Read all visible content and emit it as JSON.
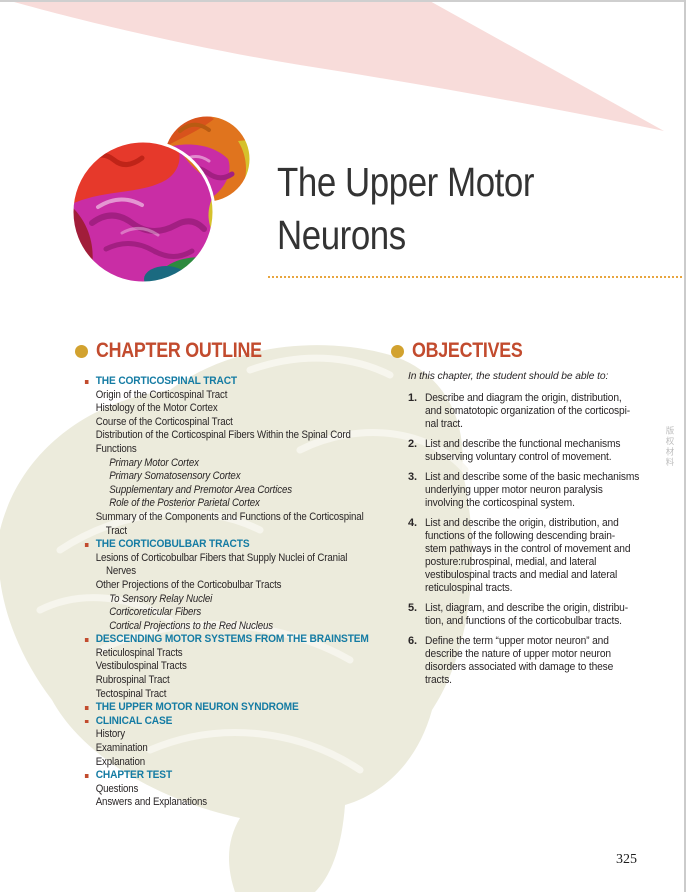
{
  "colors": {
    "accent": "#c24b2e",
    "teal": "#147ba3",
    "gold": "#d2a22f",
    "pink": "#f8dcda",
    "ink": "#2a2627",
    "beige": "#ecebdc"
  },
  "header": {
    "title": "The Upper Motor\nNeurons"
  },
  "outline": {
    "heading": "CHAPTER OUTLINE",
    "items": [
      {
        "type": "section",
        "label": "THE CORTICOSPINAL TRACT"
      },
      {
        "type": "item",
        "label": "Origin of the Corticospinal Tract"
      },
      {
        "type": "item",
        "label": "Histology of the Motor Cortex"
      },
      {
        "type": "item",
        "label": "Course of the Corticospinal Tract"
      },
      {
        "type": "item",
        "label": "Distribution of the Corticospinal Fibers Within the Spinal Cord"
      },
      {
        "type": "item",
        "label": "Functions"
      },
      {
        "type": "subitem",
        "label": "Primary Motor Cortex"
      },
      {
        "type": "subitem",
        "label": "Primary Somatosensory Cortex"
      },
      {
        "type": "subitem",
        "label": "Supplementary and Premotor Area Cortices"
      },
      {
        "type": "subitem",
        "label": "Role of the Posterior Parietal Cortex"
      },
      {
        "type": "item",
        "label": "Summary of the Components and Functions of the Corticospinal\n    Tract"
      },
      {
        "type": "section",
        "label": "THE CORTICOBULBAR TRACTS"
      },
      {
        "type": "item",
        "label": "Lesions of Corticobulbar Fibers that Supply Nuclei of Cranial\n    Nerves"
      },
      {
        "type": "item",
        "label": "Other Projections of the Corticobulbar Tracts"
      },
      {
        "type": "subitem",
        "label": "To Sensory Relay Nuclei"
      },
      {
        "type": "subitem",
        "label": "Corticoreticular Fibers"
      },
      {
        "type": "subitem",
        "label": "Cortical Projections to the Red Nucleus"
      },
      {
        "type": "section",
        "label": "DESCENDING MOTOR SYSTEMS FROM THE BRAINSTEM"
      },
      {
        "type": "item",
        "label": "Reticulospinal Tracts"
      },
      {
        "type": "item",
        "label": "Vestibulospinal Tracts"
      },
      {
        "type": "item",
        "label": "Rubrospinal Tract"
      },
      {
        "type": "item",
        "label": "Tectospinal Tract"
      },
      {
        "type": "section",
        "label": "THE UPPER MOTOR NEURON SYNDROME"
      },
      {
        "type": "section",
        "label": "CLINICAL CASE"
      },
      {
        "type": "item",
        "label": "History"
      },
      {
        "type": "item",
        "label": "Examination"
      },
      {
        "type": "item",
        "label": "Explanation"
      },
      {
        "type": "section",
        "label": "CHAPTER TEST"
      },
      {
        "type": "item",
        "label": "Questions"
      },
      {
        "type": "item",
        "label": "Answers and Explanations"
      }
    ]
  },
  "objectives": {
    "heading": "OBJECTIVES",
    "intro": "In this chapter, the student should be able to:",
    "items": [
      {
        "num": "1.",
        "text": "Describe and diagram the origin, distribution,\nand somatotopic organization of the corticospi-\nnal tract."
      },
      {
        "num": "2.",
        "text": "List and describe the functional mechanisms\nsubserving voluntary control of movement."
      },
      {
        "num": "3.",
        "text": "List and describe some of the basic mechanisms\nunderlying upper motor neuron paralysis\ninvolving the corticospinal system."
      },
      {
        "num": "4.",
        "text": "List and describe the origin, distribution, and\nfunctions of the following descending brain-\nstem pathways in the control of movement and\nposture:rubrospinal, medial, and lateral\nvestibulospinal tracts and medial and lateral\nreticulospinal tracts."
      },
      {
        "num": "5.",
        "text": "List, diagram, and describe the origin, distribu-\ntion, and functions of the corticobulbar tracts."
      },
      {
        "num": "6.",
        "text": "Define the term “upper motor neuron” and\ndescribe the nature of upper motor neuron\ndisorders associated with damage to these\ntracts."
      }
    ]
  },
  "page": {
    "number": "325",
    "side_watermark": "版权材料"
  }
}
